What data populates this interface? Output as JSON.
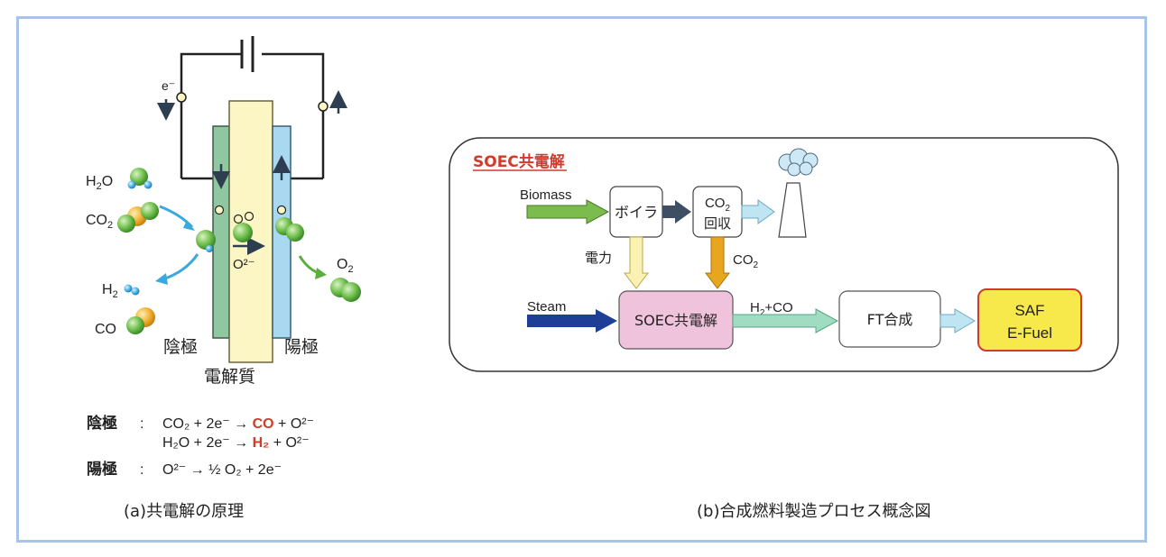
{
  "figure_a": {
    "electron_label": "e⁻",
    "h2o": {
      "main": "H",
      "sub": "2",
      "rest": "O"
    },
    "co2": {
      "main": "CO",
      "sub": "2"
    },
    "h2": {
      "main": "H",
      "sub": "2"
    },
    "co": "CO",
    "o2": {
      "main": "O",
      "sub": "2"
    },
    "ion_label": "O²⁻",
    "cathode_label": "陰極",
    "anode_label": "陽極",
    "electrolyte_label": "電解質",
    "equations": [
      {
        "electrode": "陰極",
        "colon": ":",
        "parts": [
          "CO₂ + 2e⁻ → ",
          "CO",
          " + O²⁻"
        ],
        "highlight_index": 1
      },
      {
        "electrode": "",
        "colon": "",
        "parts": [
          "H₂O + 2e⁻ → ",
          "H₂",
          " + O²⁻"
        ],
        "highlight_index": 1
      },
      {
        "electrode": "陽極",
        "colon": ":",
        "parts": [
          "O²⁻ → ½ O₂ + 2e⁻"
        ],
        "highlight_index": -1
      }
    ],
    "caption": "(a)共電解の原理"
  },
  "figure_b": {
    "title": "SOEC共電解",
    "biomass_label": "Biomass",
    "boiler_label": "ボイラ",
    "co2_capture": {
      "line1_main": "CO",
      "line1_sub": "2",
      "line2": "回収"
    },
    "power_label": "電力",
    "co2_label": {
      "main": "CO",
      "sub": "2"
    },
    "steam_label": "Steam",
    "soec_box_label": "SOEC共電解",
    "syngas_label": {
      "a": "H",
      "sub": "2",
      "b": "+CO"
    },
    "ft_label": "FT合成",
    "output": {
      "line1": "SAF",
      "line2": "E-Fuel"
    },
    "caption": "(b)合成燃料製造プロセス概念図"
  },
  "colors": {
    "frame": "#a9c4e6",
    "cathode": "#8fc7a0",
    "electrolyte": "#fbf6c4",
    "anode": "#a9d9f0",
    "arrow_cyan": "#3aa9de",
    "soec_box": "#f0c3dd",
    "output_box": "#f7e94b",
    "output_border": "#d23b2a",
    "title_red": "#d23b2a",
    "highlight_red": "#d23b2a",
    "green_arrow": "#7cbb4e",
    "navy_arrow": "#1f3e96",
    "dark_arrow": "#3f4f63",
    "orange_arrow": "#e8a51e",
    "light_yellow_arrow": "#fbf1b3",
    "mint_arrow": "#9fdcc2",
    "lightblue_arrow": "#bfe4f2"
  }
}
